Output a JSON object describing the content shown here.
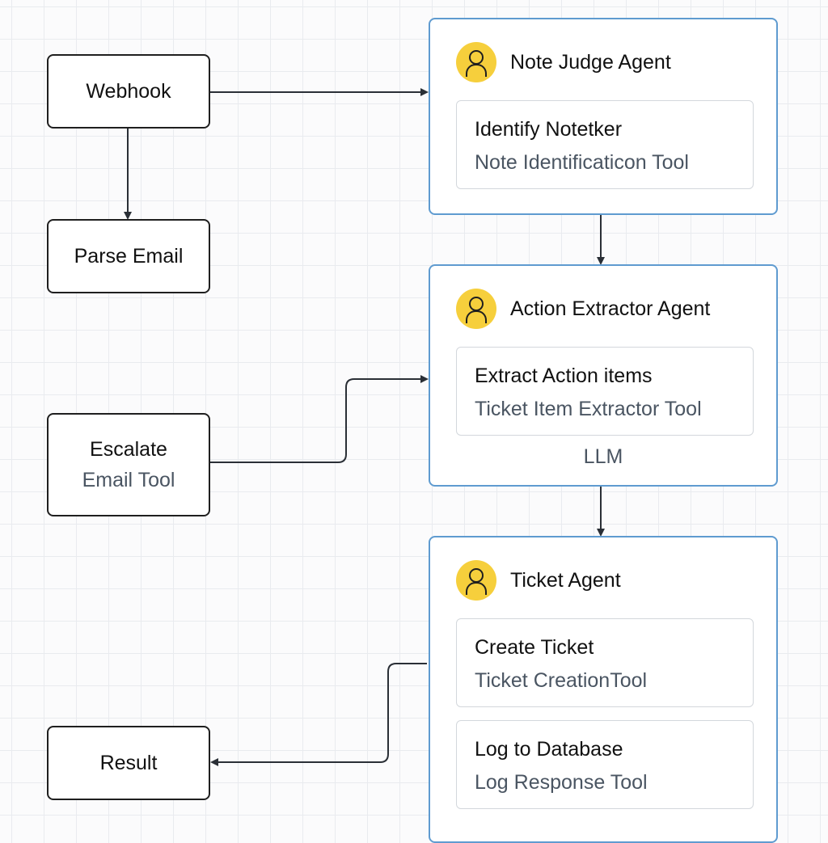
{
  "nodes": {
    "webhook": {
      "label": "Webhook"
    },
    "parse_email": {
      "label": "Parse Email"
    },
    "escalate": {
      "label": "Escalate",
      "sub": "Email Tool"
    },
    "result": {
      "label": "Result"
    }
  },
  "agents": {
    "note_judge": {
      "title": "Note Judge Agent",
      "tools": [
        {
          "title": "Identify Notetker",
          "tool": "Note Identificaticon Tool"
        }
      ]
    },
    "action_extractor": {
      "title": "Action Extractor Agent",
      "tools": [
        {
          "title": "Extract Action items",
          "tool": "Ticket Item Extractor  Tool"
        }
      ],
      "footer": "LLM"
    },
    "ticket": {
      "title": "Ticket Agent",
      "tools": [
        {
          "title": "Create Ticket",
          "tool": "Ticket CreationTool"
        },
        {
          "title": "Log to Database",
          "tool": "Log Response Tool"
        }
      ]
    }
  },
  "icons": {
    "agent_avatar": "user-icon",
    "arrowhead": "arrow-head-icon"
  },
  "colors": {
    "agent_border": "#5f9bd0",
    "avatar_fill": "#f6cf3c",
    "node_border": "#1f1f1f",
    "connector": "#2a2f36",
    "subtext": "#4a5562",
    "grid": "#e9ebef"
  }
}
